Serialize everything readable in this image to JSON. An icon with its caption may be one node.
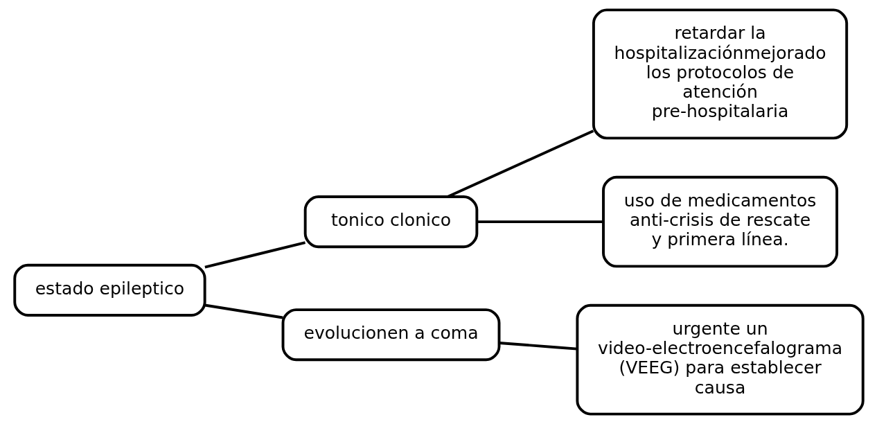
{
  "diagram": {
    "nodes": [
      {
        "text": [
          "estado epileptico"
        ]
      },
      {
        "text": [
          "tonico clonico"
        ]
      },
      {
        "text": [
          "evolucionen a coma"
        ]
      },
      {
        "text": [
          "retardar la hospitalizaciónmejorado los protocolos de atención pre-hospitalaria"
        ]
      },
      {
        "text": [
          "uso de medicamentos anti-crisis de rescate y primera línea."
        ]
      },
      {
        "text": [
          "urgente un video-electroencefalograma (VEEG) para establecer causa"
        ]
      }
    ],
    "edges": [
      {
        "from": 0,
        "to": 1,
        "arrow": "none"
      },
      {
        "from": 0,
        "to": 2,
        "arrow": "none"
      },
      {
        "from": 1,
        "to": 3,
        "arrow": "none"
      },
      {
        "from": 1,
        "to": 4,
        "arrow": "none"
      },
      {
        "from": 2,
        "to": 5,
        "arrow": "none"
      }
    ]
  }
}
